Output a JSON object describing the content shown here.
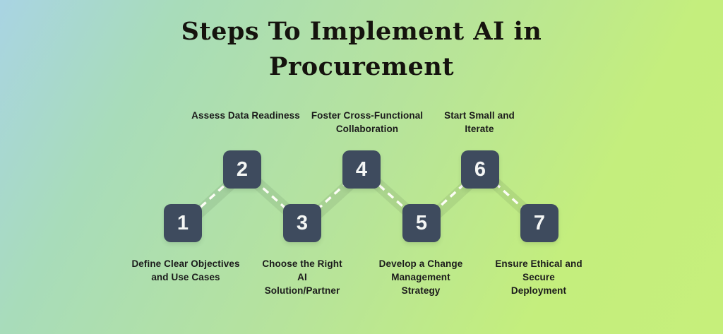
{
  "title": {
    "line1": "Steps To Implement AI in",
    "line2": "Procurement"
  },
  "steps": [
    {
      "number": "1",
      "label": "Define Clear Objectives\nand Use Cases",
      "label_position": "below"
    },
    {
      "number": "2",
      "label": "Assess Data Readiness",
      "label_position": "above"
    },
    {
      "number": "3",
      "label": "Choose the Right\nAI\nSolution/Partner",
      "label_position": "below"
    },
    {
      "number": "4",
      "label": "Foster Cross-Functional\nCollaboration",
      "label_position": "above"
    },
    {
      "number": "5",
      "label": "Develop a Change\nManagement\nStrategy",
      "label_position": "below"
    },
    {
      "number": "6",
      "label": "Start Small and\nIterate",
      "label_position": "above"
    },
    {
      "number": "7",
      "label": "Ensure Ethical and\nSecure\nDeployment",
      "label_position": "below"
    }
  ],
  "colors": {
    "bg-top-left": "#a9d4e3",
    "bg-mid": "#b6e39c",
    "bg-right": "#c4ee7d",
    "box-bg": "#3e4b5e",
    "box-number": "#f4f6f5",
    "connector-dash": "#fcfdf6",
    "title-text": "#15130e",
    "label-text": "#1b1b1b"
  }
}
